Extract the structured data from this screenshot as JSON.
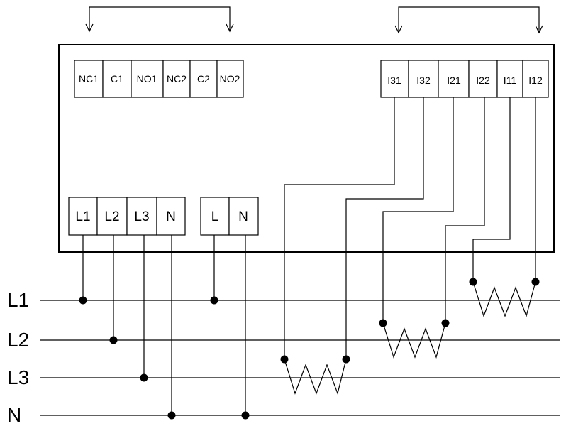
{
  "relay_terminals": [
    "NC1",
    "C1",
    "NO1",
    "NC2",
    "C2",
    "NO2"
  ],
  "ct_terminals": [
    "I31",
    "I32",
    "I21",
    "I22",
    "I11",
    "I12"
  ],
  "voltage_terminals": [
    "L1",
    "L2",
    "L3",
    "N"
  ],
  "supply_terminals": [
    "L",
    "N"
  ],
  "bus_lines": [
    "L1",
    "L2",
    "L3",
    "N"
  ]
}
